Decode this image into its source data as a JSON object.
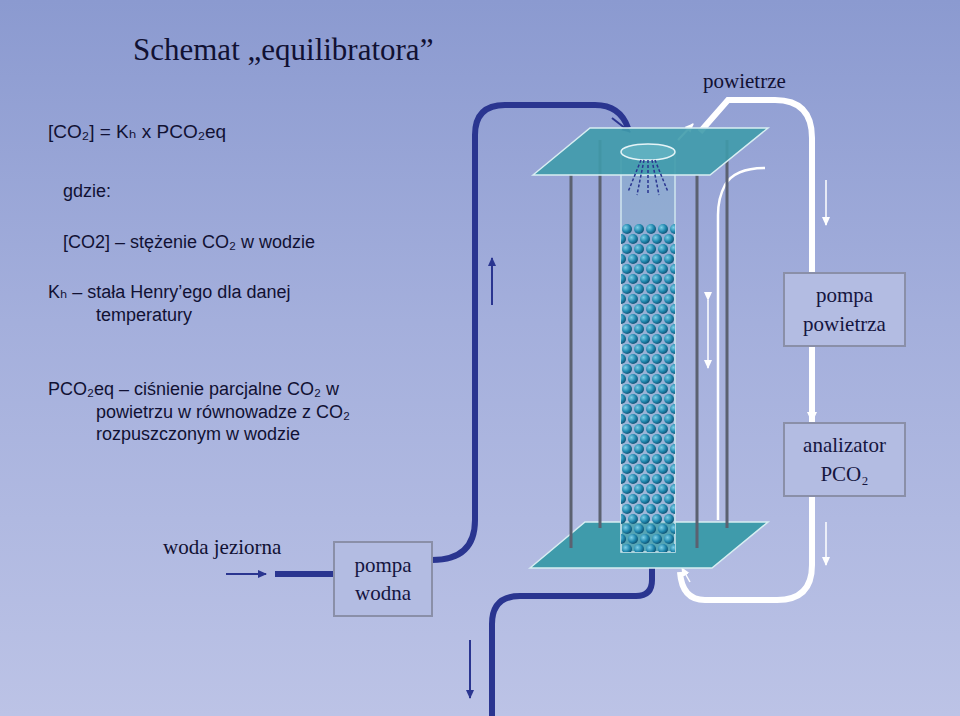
{
  "diagram": {
    "title": "Schemat „equilibratora”",
    "nodes": [
      {
        "text": [
          "pompa powietrza"
        ]
      },
      {
        "text": [
          "analizator PCO₂"
        ]
      },
      {
        "text": [
          "pompa wodna"
        ]
      }
    ],
    "edges": [
      {
        "from": 0,
        "to": 1,
        "arrow": "to"
      }
    ],
    "labels": [
      "[CO₂] = Kₕ x PCO₂eq",
      "gdzie:",
      "[CO2] – stężenie CO₂ w wodzie",
      "Kₕ – stała Henry’ego dla danej temperatury",
      "PCO₂eq – ciśnienie parcjalne CO₂ w powietrzu w równowadze z CO₂ rozpuszczonym w wodzie",
      "powietrze",
      "woda jeziorna"
    ]
  }
}
